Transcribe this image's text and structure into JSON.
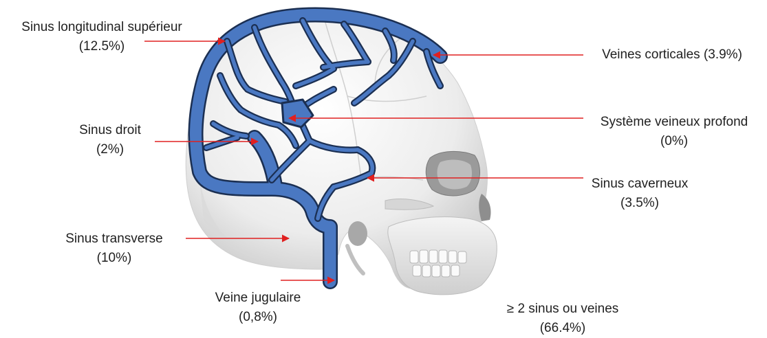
{
  "labels": {
    "sinus_longitudinal": {
      "name": "Sinus longitudinal supérieur",
      "pct": "(12.5%)"
    },
    "veines_corticales": {
      "name": "Veines corticales (3.9%)"
    },
    "systeme_profond": {
      "name": "Système veineux profond",
      "pct": "(0%)"
    },
    "sinus_droit": {
      "name": "Sinus droit",
      "pct": "(2%)"
    },
    "sinus_caverneux": {
      "name": "Sinus caverneux",
      "pct": "(3.5%)"
    },
    "sinus_transverse": {
      "name": "Sinus transverse",
      "pct": "(10%)"
    },
    "veine_jugulaire": {
      "name": "Veine jugulaire",
      "pct": "(0,8%)"
    },
    "multiple": {
      "name": "≥ 2 sinus ou veines",
      "pct": "(66.4%)"
    }
  },
  "colors": {
    "vessel_fill": "#4a78c2",
    "vessel_outline": "#1b2f52",
    "arrow": "#e02020",
    "skull": "#e9e9e9",
    "skull_shadow": "#c9c9c9"
  }
}
